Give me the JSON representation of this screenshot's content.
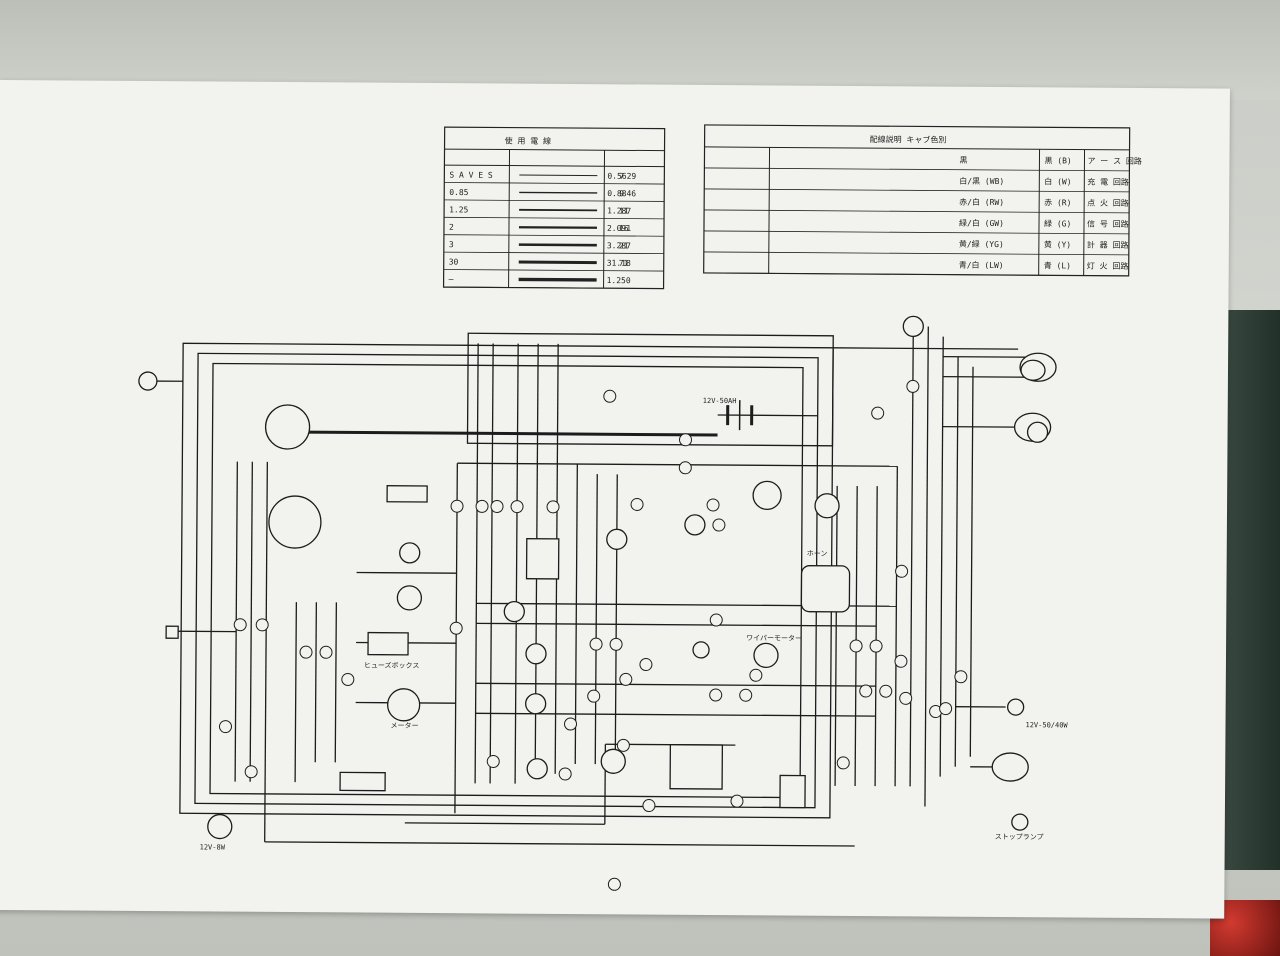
{
  "legend_table": {
    "header": "使 用 電 線",
    "rows": [
      [
        "S A V E S",
        "0.5629",
        "7"
      ],
      [
        "0.85",
        "0.8846",
        "9"
      ],
      [
        "1.25",
        "1.287",
        "11"
      ],
      [
        "2",
        "2.091",
        "16"
      ],
      [
        "3",
        "3.287",
        "21"
      ],
      [
        "30",
        "31.18",
        "71"
      ],
      [
        "—",
        "1.250",
        ""
      ]
    ]
  },
  "color_table": {
    "header": "配線説明 キャブ色別",
    "rows": [
      [
        "ア ー ス 回路",
        "黒 (B)",
        "黒"
      ],
      [
        "充 電 回路",
        "白 (W)",
        "白/黒 (WB)"
      ],
      [
        "点 火 回路",
        "赤 (R)",
        "赤/白 (RW)"
      ],
      [
        "信 号 回路",
        "緑 (G)",
        "緑/白 (GW)"
      ],
      [
        "計 器 回路",
        "黄 (Y)",
        "黄/緑 (YG)"
      ],
      [
        "灯 火 回路",
        "青 (L)",
        "青/白 (LW)"
      ]
    ]
  },
  "component_labels": {
    "battery": "12V-50AH",
    "headlamp": "12V-50/40W",
    "tail": "12V-8W",
    "horn": "ホーン",
    "wiper": "ワイパーモーター",
    "meter": "メーター",
    "fuse": "ヒューズボックス",
    "stop": "ストップランプ"
  },
  "colors": {
    "paper": "#f2f3ef",
    "ink": "#1c1c1c",
    "wall": "#c9ccc6"
  }
}
